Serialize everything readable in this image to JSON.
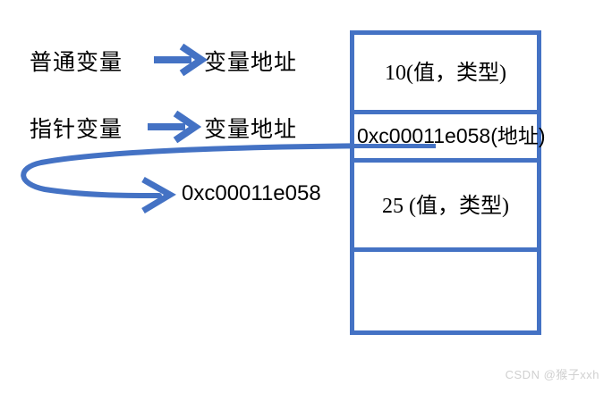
{
  "diagram": {
    "title": "Go pointer variable memory layout diagram",
    "accent_color": "#4472C4",
    "text_color": "#000000",
    "background_color": "#ffffff"
  },
  "rows": [
    {
      "source_label": "普通变量",
      "arrow": "right-arrow-icon",
      "target_label": "变量地址"
    },
    {
      "source_label": "指针变量",
      "arrow": "right-arrow-icon",
      "target_label": "变量地址"
    }
  ],
  "pointer_target": {
    "arrow": "curved-right-arrow-icon",
    "address_label": "0xc00011e058"
  },
  "memory_box": {
    "cells": [
      {
        "text": "10(值，类型)"
      },
      {
        "text": "0xc00011e058(地址)"
      },
      {
        "text": "25 (值，类型)"
      },
      {
        "text": ""
      }
    ]
  },
  "watermark": {
    "text": "CSDN @猴子xxh"
  }
}
